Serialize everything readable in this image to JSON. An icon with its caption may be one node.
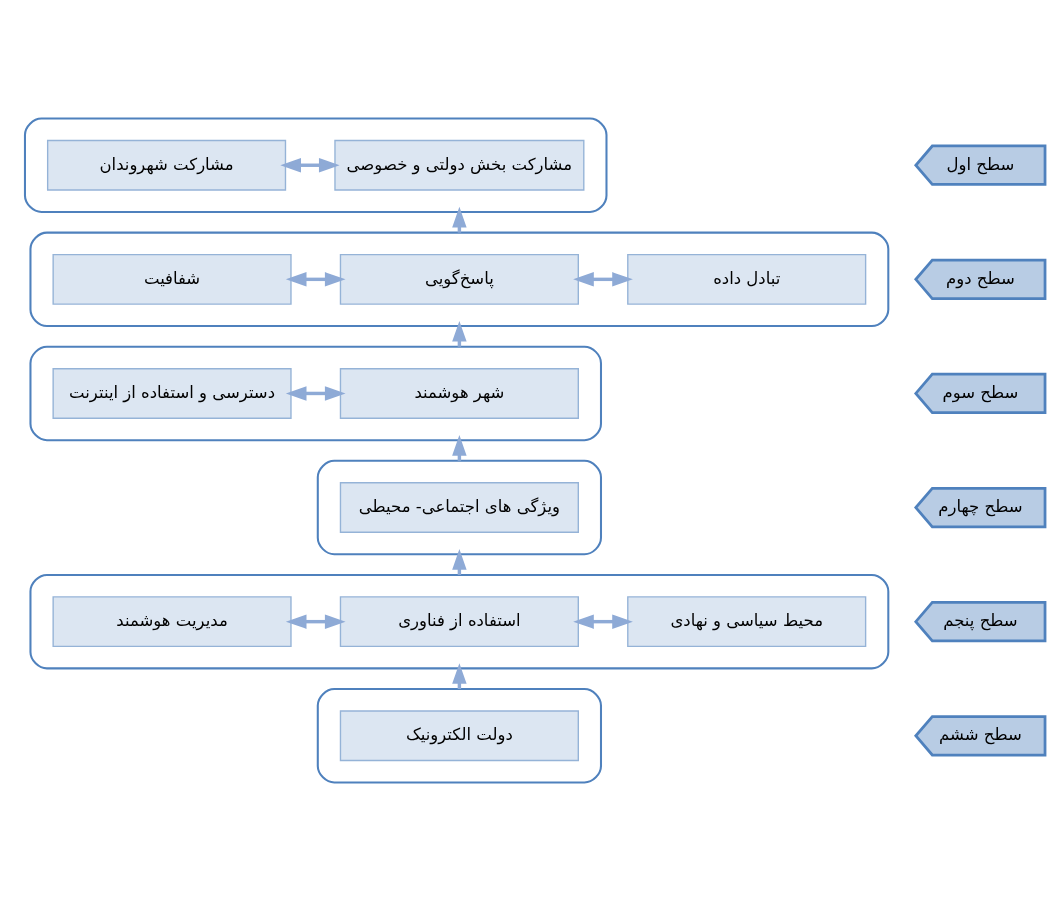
{
  "diagram": {
    "nodes": [
      {
        "text": [
          "سطح اول"
        ]
      },
      {
        "text": [],
        "shape": "box"
      },
      {
        "text": [
          "مشارکت شهروندان"
        ],
        "in": 1
      },
      {
        "text": [
          "مشارکت بخش دولتی و خصوصی"
        ],
        "in": 1
      },
      {
        "text": [
          "سطح دوم"
        ]
      },
      {
        "text": [],
        "shape": "box"
      },
      {
        "text": [
          "شفافیت"
        ],
        "in": 5
      },
      {
        "text": [
          "پاسخ‌گویی"
        ],
        "in": 5
      },
      {
        "text": [
          "تبادل داده"
        ],
        "in": 5
      },
      {
        "text": [
          "سطح سوم"
        ]
      },
      {
        "text": [],
        "shape": "box"
      },
      {
        "text": [
          "دسترسی و استفاده از اینترنت"
        ],
        "in": 10
      },
      {
        "text": [
          "شهر هوشمند"
        ],
        "in": 10
      },
      {
        "text": [
          "سطح چهارم"
        ]
      },
      {
        "text": [],
        "shape": "box"
      },
      {
        "text": [
          "ویژگی های اجتماعی- محیطی"
        ],
        "in": 14
      },
      {
        "text": [
          "سطح پنجم"
        ]
      },
      {
        "text": [],
        "shape": "box"
      },
      {
        "text": [
          "مدیریت هوشمند"
        ],
        "in": 17
      },
      {
        "text": [
          "استفاده از فناوری"
        ],
        "in": 17
      },
      {
        "text": [
          "محیط سیاسی و نهادی"
        ],
        "in": 17
      },
      {
        "text": [
          "سطح ششم"
        ]
      },
      {
        "text": [],
        "shape": "box"
      },
      {
        "text": [
          "دولت الکترونیک"
        ],
        "in": 22
      }
    ],
    "edges": [
      {
        "from": 2,
        "to": 3,
        "arrow": "both"
      },
      {
        "from": 5,
        "to": 1,
        "arrow": "to"
      },
      {
        "from": 6,
        "to": 7,
        "arrow": "both"
      },
      {
        "from": 7,
        "to": 8,
        "arrow": "both"
      },
      {
        "from": 10,
        "to": 5,
        "arrow": "to"
      },
      {
        "from": 11,
        "to": 12,
        "arrow": "both"
      },
      {
        "from": 14,
        "to": 10,
        "arrow": "to"
      },
      {
        "from": 17,
        "to": 14,
        "arrow": "to"
      },
      {
        "from": 18,
        "to": 19,
        "arrow": "both"
      },
      {
        "from": 19,
        "to": 20,
        "arrow": "both"
      },
      {
        "from": 22,
        "to": 17,
        "arrow": "to"
      }
    ]
  }
}
